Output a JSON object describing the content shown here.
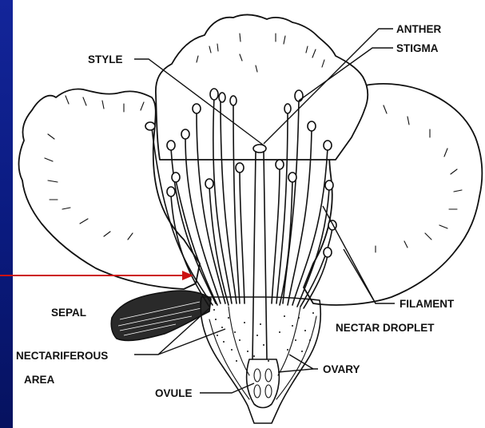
{
  "labels": {
    "anther": "ANTHER",
    "stigma": "STIGMA",
    "style": "STYLE",
    "filament": "FILAMENT",
    "sepal": "SEPAL",
    "nectar_droplet": "NECTAR DROPLET",
    "nectariferous_line1": "NECTARIFEROUS",
    "nectariferous_line2": "AREA",
    "ovary": "OVARY",
    "ovule": "OVULE"
  },
  "colors": {
    "background": "#0c1f8a",
    "panel": "#ffffff",
    "pointer_arrow": "#cc1111",
    "ink": "#111111"
  }
}
